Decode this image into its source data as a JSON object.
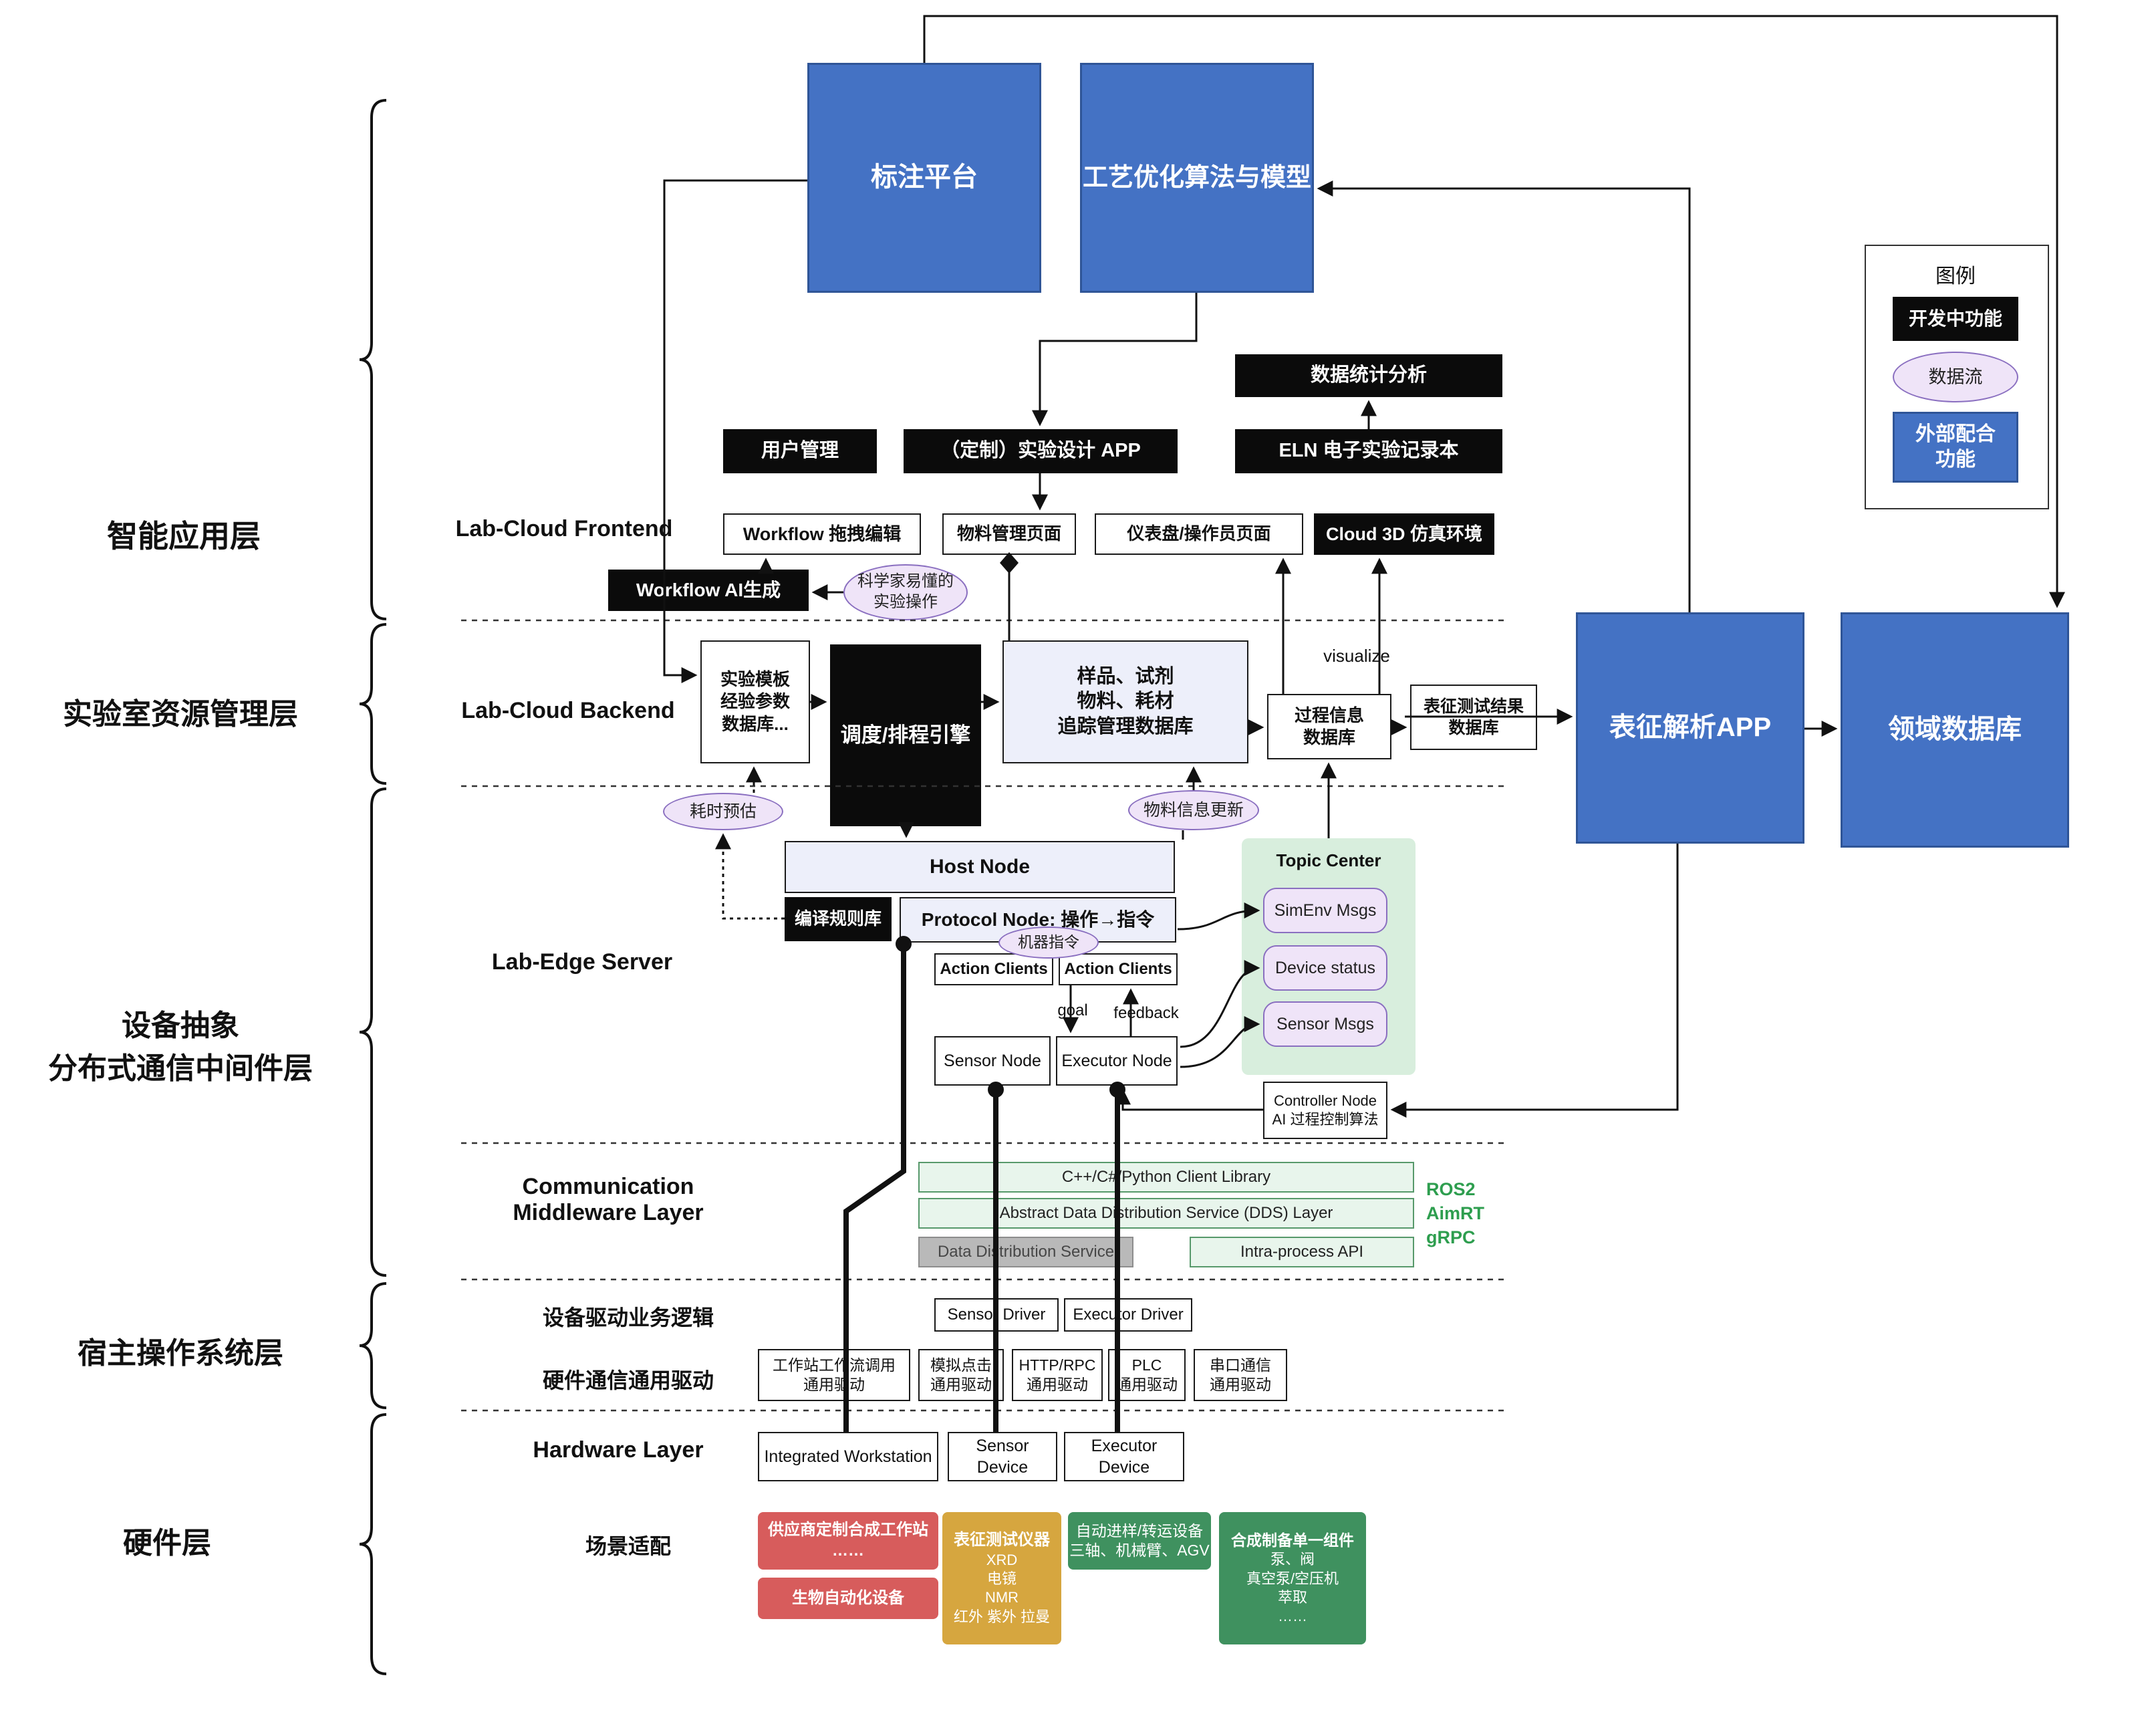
{
  "layers": {
    "app": "智能应用层",
    "resource": "实验室资源管理层",
    "middleware": "设备抽象\n分布式通信中间件层",
    "host_os": "宿主操作系统层",
    "hardware": "硬件层"
  },
  "sections": {
    "frontend": "Lab-Cloud Frontend",
    "backend": "Lab-Cloud Backend",
    "edge": "Lab-Edge Server",
    "comm": "Communication\nMiddleware Layer",
    "driver_logic": "设备驱动业务逻辑",
    "hw_comm": "硬件通信通用驱动",
    "hw_layer": "Hardware Layer",
    "scene": "场景适配"
  },
  "legend": {
    "title": "图例",
    "developing": "开发中功能",
    "dataflow": "数据流",
    "external": "外部配合\n功能"
  },
  "nodes": {
    "annotation_platform": "标注平台",
    "process_opt": "工艺优化算法与模型",
    "data_stats": "数据统计分析",
    "user_mgmt": "用户管理",
    "exp_design_app": "（定制）实验设计 APP",
    "eln": "ELN 电子实验记录本",
    "workflow_edit": "Workflow 拖拽编辑",
    "material_page": "物料管理页面",
    "dashboard_page": "仪表盘/操作员页面",
    "cloud3d": "Cloud 3D 仿真环境",
    "workflow_ai": "Workflow AI生成",
    "scientist_ops": "科学家易懂的\n实验操作",
    "exp_template_db": "实验模板\n经验参数\n数据库...",
    "scheduler": "调度/排程引擎",
    "sample_db": "样品、试剂\n物料、耗材\n追踪管理数据库",
    "process_db": "过程信息\n数据库",
    "char_result_db": "表征测试结果\n数据库",
    "char_app": "表征解析APP",
    "domain_db": "领域数据库",
    "time_estimate": "耗时预估",
    "material_update": "物料信息更新",
    "host_node": "Host Node",
    "compile_rules": "编译规则库",
    "protocol_node": "Protocol Node: 操作→指令",
    "machine_cmd": "机器指令",
    "action_clients_1": "Action Clients",
    "action_clients_2": "Action Clients",
    "sensor_node": "Sensor Node",
    "executor_node": "Executor Node",
    "topic_center": "Topic Center",
    "simenv_msgs": "SimEnv Msgs",
    "device_status": "Device status",
    "sensor_msgs": "Sensor Msgs",
    "controller_node": "Controller Node\nAI 过程控制算法",
    "client_lib": "C++/C#/Python Client Library",
    "dds_layer": "Abstract Data Distribution Service (DDS) Layer",
    "dds_service": "Data Distribution Service",
    "intra_api": "Intra-process API",
    "sensor_driver": "Sensor Driver",
    "executor_driver": "Executor Driver",
    "ws_driver": "工作站工作流调用\n通用驱动",
    "click_driver": "模拟点击\n通用驱动",
    "http_driver": "HTTP/RPC\n通用驱动",
    "plc_driver": "PLC\n通用驱动",
    "serial_driver": "串口通信\n通用驱动",
    "integrated_ws": "Integrated Workstation",
    "sensor_device": "Sensor Device",
    "executor_device": "Executor Device",
    "vendor_ws": "供应商定制合成工作站\n……",
    "bio_auto": "生物自动化设备",
    "char_instr_title": "表征测试仪器",
    "char_instr_body": "XRD\n电镜\nNMR\n红外 紫外 拉曼",
    "sampler": "自动进样/转运设备\n三轴、机械臂、AGV",
    "synth_title": "合成制备单一组件",
    "synth_body": "泵、阀\n真空泵/空压机\n萃取\n……"
  },
  "annotations": {
    "visualize": "visualize",
    "goal": "goal",
    "feedback": "feedback",
    "ros2": "ROS2",
    "aimrt": "AimRT",
    "grpc": "gRPC"
  },
  "colors": {
    "brand_blue": "#4472c4",
    "dev_black": "#0b0b0b",
    "dataflow_purple": "#efe4f8",
    "topic_green": "#d8eedd",
    "hw_red": "#d75c5c",
    "hw_gold": "#d6a63f",
    "hw_green": "#3f915f"
  }
}
